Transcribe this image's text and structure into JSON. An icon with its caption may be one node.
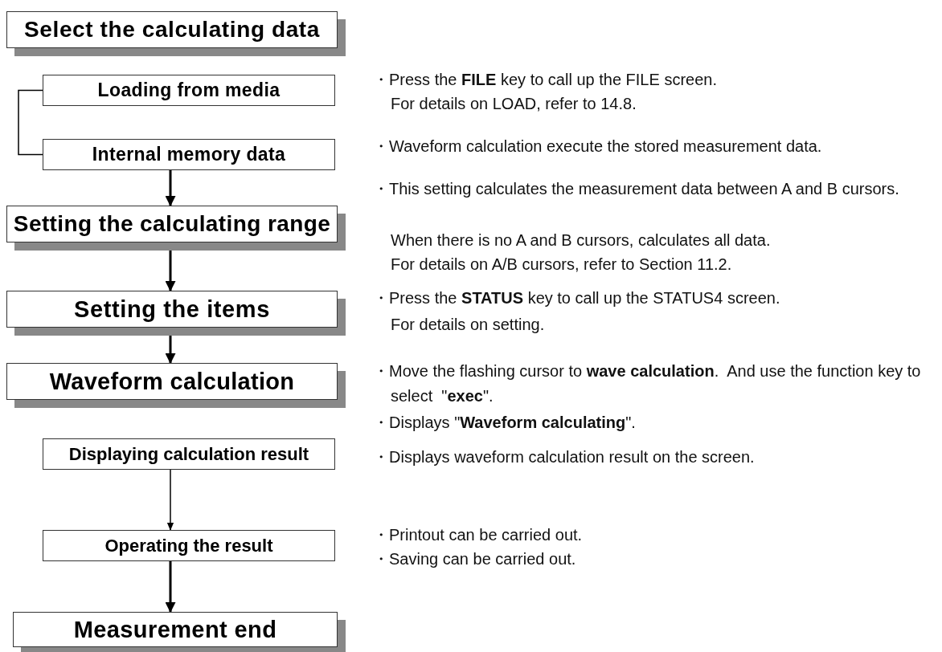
{
  "diagram": {
    "nodes": [
      {
        "text": [
          "Select the calculating data"
        ]
      },
      {
        "text": [
          "Loading from media"
        ]
      },
      {
        "text": [
          "Internal memory data"
        ]
      },
      {
        "text": [
          "Setting the calculating range"
        ]
      },
      {
        "text": [
          "Setting the items"
        ]
      },
      {
        "text": [
          "Waveform calculation"
        ]
      },
      {
        "text": [
          "Displaying calculation result"
        ]
      },
      {
        "text": [
          "Operating the result"
        ]
      },
      {
        "text": [
          "Measurement end"
        ]
      }
    ],
    "edges": [
      {
        "from": 1,
        "to": 2,
        "arrow": "none"
      },
      {
        "from": 2,
        "to": 3,
        "arrow": "to"
      },
      {
        "from": 3,
        "to": 4,
        "arrow": "to"
      },
      {
        "from": 4,
        "to": 5,
        "arrow": "to"
      },
      {
        "from": 6,
        "to": 7,
        "arrow": "to"
      },
      {
        "from": 7,
        "to": 8,
        "arrow": "to"
      }
    ],
    "labels": [
      "・Press the **FILE** key to call up the FILE screen.",
      "For details on LOAD, refer to 14.8.",
      "・Waveform calculation execute the stored measurement data.",
      "・This setting calculates the measurement data between A and B cursors.",
      "When there is no A and B cursors, calculates all data.",
      "For details on A/B cursors, refer to Section 11.2.",
      "・Press the **STATUS** key to call up the STATUS4 screen.",
      "For details on setting.",
      "・Move the flashing cursor to **wave calculation**.  And use the function key to select  \"**exec**\".",
      "・Displays \"**Waveform calculating**\".",
      "・Displays waveform calculation result on the screen.",
      "・Printout can be carried out.",
      "・Saving can be carried out."
    ]
  }
}
